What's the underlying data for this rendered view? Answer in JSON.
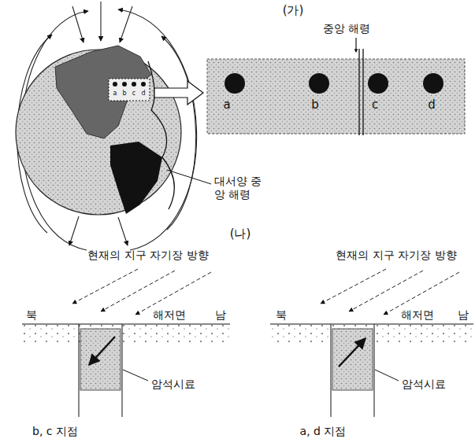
{
  "diagram": {
    "labels": [
      "(가)",
      "a",
      "b",
      "c",
      "d",
      "중앙 해령",
      "a",
      "b",
      "c",
      "d",
      "대서양 중앙 해령",
      "(나)",
      "현재의 지구 자기장 방향",
      "북",
      "해저면",
      "남",
      "암석시료",
      "b, c 지점",
      "현재의 지구 자기장 방향",
      "북",
      "해저면",
      "남",
      "암석시료",
      "a, d 지점"
    ]
  }
}
